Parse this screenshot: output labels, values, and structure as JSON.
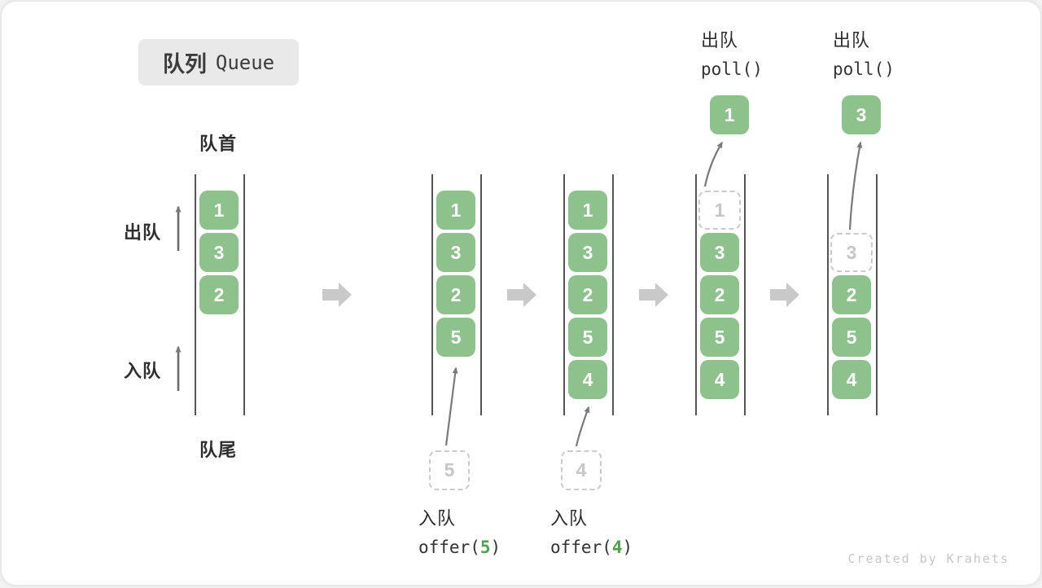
{
  "title": {
    "zh": "队列",
    "en": "Queue"
  },
  "side_labels": {
    "head": "队首",
    "tail": "队尾",
    "dequeue": "出队",
    "enqueue": "入队"
  },
  "watermark": "Created by Krahets",
  "colors": {
    "cell_green": "#8DC28D",
    "code_arg_green": "#4FA34F",
    "block_arrow_grey": "#C9C9C9",
    "queue_line_grey": "#555555",
    "dashed_border_grey": "#CBCBCB",
    "title_bg_grey": "#E9E9E9"
  },
  "queues": [
    {
      "name": "queue-state-1",
      "cells": [
        {
          "row": 1,
          "value": "1",
          "style": "filled"
        },
        {
          "row": 2,
          "value": "3",
          "style": "filled"
        },
        {
          "row": 3,
          "value": "2",
          "style": "filled"
        }
      ]
    },
    {
      "name": "queue-state-2",
      "cells": [
        {
          "row": 1,
          "value": "1",
          "style": "filled"
        },
        {
          "row": 2,
          "value": "3",
          "style": "filled"
        },
        {
          "row": 3,
          "value": "2",
          "style": "filled"
        },
        {
          "row": 4,
          "value": "5",
          "style": "filled"
        }
      ],
      "pending_value": "5",
      "op_bottom": {
        "label": "入队",
        "code_prefix": "offer(",
        "code_arg": "5",
        "code_suffix": ")"
      }
    },
    {
      "name": "queue-state-3",
      "cells": [
        {
          "row": 1,
          "value": "1",
          "style": "filled"
        },
        {
          "row": 2,
          "value": "3",
          "style": "filled"
        },
        {
          "row": 3,
          "value": "2",
          "style": "filled"
        },
        {
          "row": 4,
          "value": "5",
          "style": "filled"
        },
        {
          "row": 5,
          "value": "4",
          "style": "filled"
        }
      ],
      "pending_value": "4",
      "op_bottom": {
        "label": "入队",
        "code_prefix": "offer(",
        "code_arg": "4",
        "code_suffix": ")"
      }
    },
    {
      "name": "queue-state-4",
      "cells": [
        {
          "row": 1,
          "value": "1",
          "style": "dashed"
        },
        {
          "row": 2,
          "value": "3",
          "style": "filled"
        },
        {
          "row": 3,
          "value": "2",
          "style": "filled"
        },
        {
          "row": 4,
          "value": "5",
          "style": "filled"
        },
        {
          "row": 5,
          "value": "4",
          "style": "filled"
        }
      ],
      "polled_value": "1",
      "op_top": {
        "label": "出队",
        "code": "poll()"
      }
    },
    {
      "name": "queue-state-5",
      "cells": [
        {
          "row": 2,
          "value": "3",
          "style": "dashed"
        },
        {
          "row": 3,
          "value": "2",
          "style": "filled"
        },
        {
          "row": 4,
          "value": "5",
          "style": "filled"
        },
        {
          "row": 5,
          "value": "4",
          "style": "filled"
        }
      ],
      "polled_value": "3",
      "op_top": {
        "label": "出队",
        "code": "poll()"
      }
    }
  ]
}
